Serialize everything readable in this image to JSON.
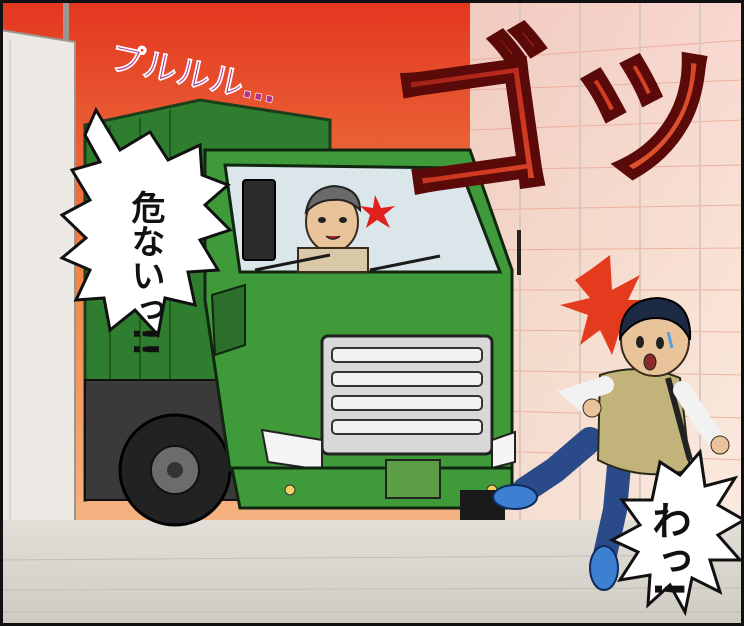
{
  "sfx": {
    "engine": "プルルル…",
    "impact": "ゴッ",
    "crash_mark_chars": [
      "ゴ",
      "ッ"
    ]
  },
  "dialogue": {
    "driver": "危ないっ!!",
    "boy": "わっ!"
  },
  "colors": {
    "sky_top": "#e8442a",
    "sky_mid": "#f39a5a",
    "truck_green": "#3f9a3a",
    "truck_dark": "#2c6f2a",
    "sfx_red": "#c8231c",
    "sfx_engine": "#b0328a",
    "road": "#d9d6cf"
  }
}
